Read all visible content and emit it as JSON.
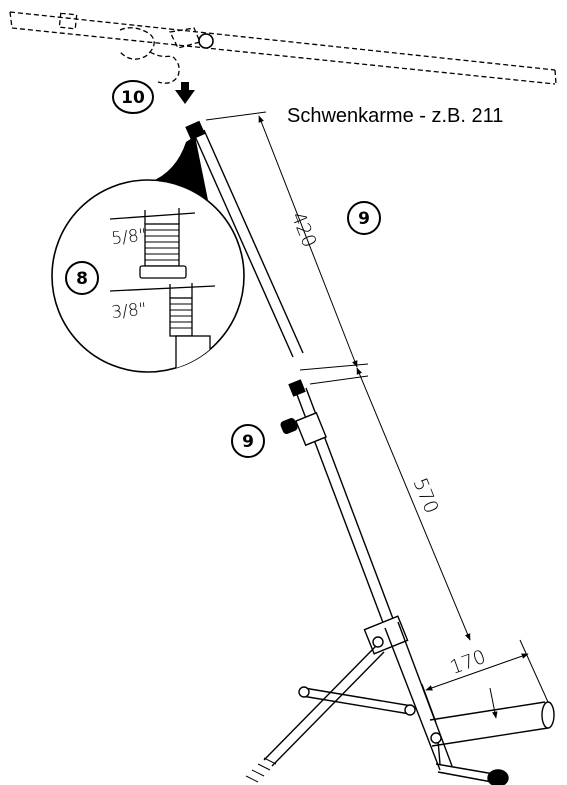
{
  "caption": "Schwenkarme - z.B. 211",
  "callouts": {
    "step_10": "10",
    "step_8": "8",
    "step_9_upper": "9",
    "step_9_lower": "9"
  },
  "dimensions": {
    "upper_tube": "420",
    "lower_tube": "570",
    "foot_width": "170"
  },
  "thread_sizes": {
    "large": "5/8\"",
    "small": "3/8\""
  }
}
